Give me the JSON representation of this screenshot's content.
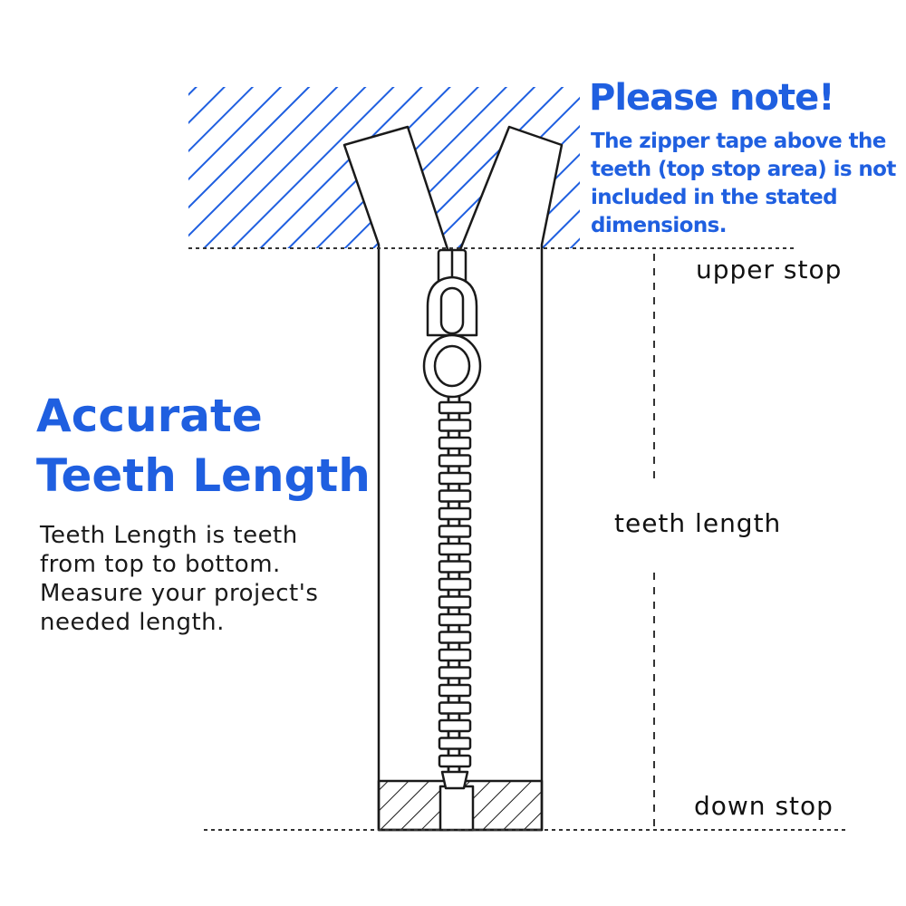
{
  "colors": {
    "accent": "#1f5fe0",
    "outline": "#1a1a1a"
  },
  "note": {
    "title": "Please note!",
    "lines": [
      "The zipper tape above the",
      "teeth (top stop area) is not",
      "included in the stated",
      "dimensions."
    ]
  },
  "headline": {
    "line1": "Accurate",
    "line2": "Teeth Length"
  },
  "description": {
    "lines": [
      "Teeth Length is teeth",
      "from top to bottom.",
      "Measure your project's",
      "needed length."
    ]
  },
  "labels": {
    "upper_stop": "upper stop",
    "teeth_length": "teeth length",
    "down_stop": "down stop"
  },
  "icons": {
    "zipper": "zipper-icon",
    "slider": "zipper-slider-icon"
  }
}
